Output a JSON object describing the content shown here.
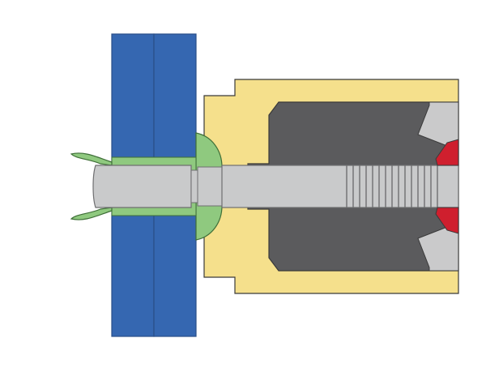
{
  "colors": {
    "background": "#ffffff",
    "sheet": "#3567b1",
    "sheet_edge": "#2a4f88",
    "nose_housing": "#f5e08c",
    "jaw_housing": "#5b5b5d",
    "mandrel": "#c9cacb",
    "mandrel_edge": "#6f6f71",
    "rivet": "#8fc97f",
    "rivet_edge": "#3f6f38",
    "jaw": "#cf1f2e",
    "jaw_guide": "#cacacb",
    "outline": "#3a3a3a"
  },
  "parts": [
    {
      "key": "sheet_top",
      "name": "workpiece-sheet-top",
      "icon": "plate-icon"
    },
    {
      "key": "sheet_bottom",
      "name": "workpiece-sheet-bottom",
      "icon": "plate-icon"
    },
    {
      "key": "nosepiece",
      "name": "riveter-nosepiece",
      "icon": "nosepiece-icon"
    },
    {
      "key": "jaw_case",
      "name": "jaw-case",
      "icon": "jaw-case-icon"
    },
    {
      "key": "mandrel",
      "name": "mandrel",
      "icon": "mandrel-icon"
    },
    {
      "key": "rivet",
      "name": "blind-rivet",
      "icon": "rivet-icon"
    },
    {
      "key": "jaws",
      "name": "gripping-jaws",
      "icon": "jaw-icon"
    }
  ]
}
